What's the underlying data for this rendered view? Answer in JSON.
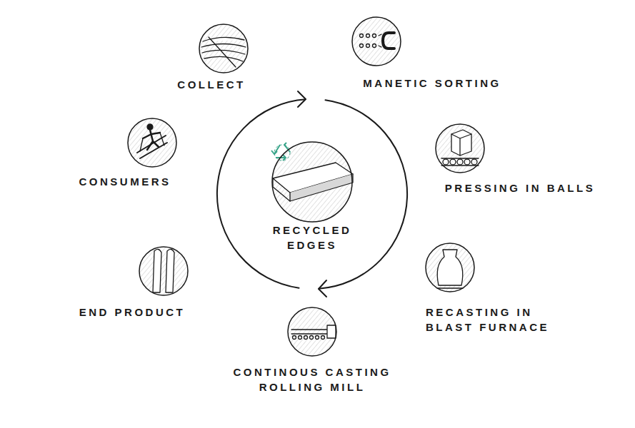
{
  "diagram": {
    "nodes": [
      {
        "text": [
          "COLLECT"
        ]
      },
      {
        "text": [
          "MANETIC SORTING"
        ]
      },
      {
        "text": [
          "PRESSING IN BALLS"
        ]
      },
      {
        "text": [
          "RECASTING IN BLAST FURNACE"
        ]
      },
      {
        "text": [
          "CONTINOUS CASTING ROLLING MILL"
        ]
      },
      {
        "text": [
          "END PRODUCT"
        ]
      },
      {
        "text": [
          "CONSUMERS"
        ]
      },
      {
        "text": [
          "RECYCLED EDGES"
        ]
      }
    ]
  }
}
